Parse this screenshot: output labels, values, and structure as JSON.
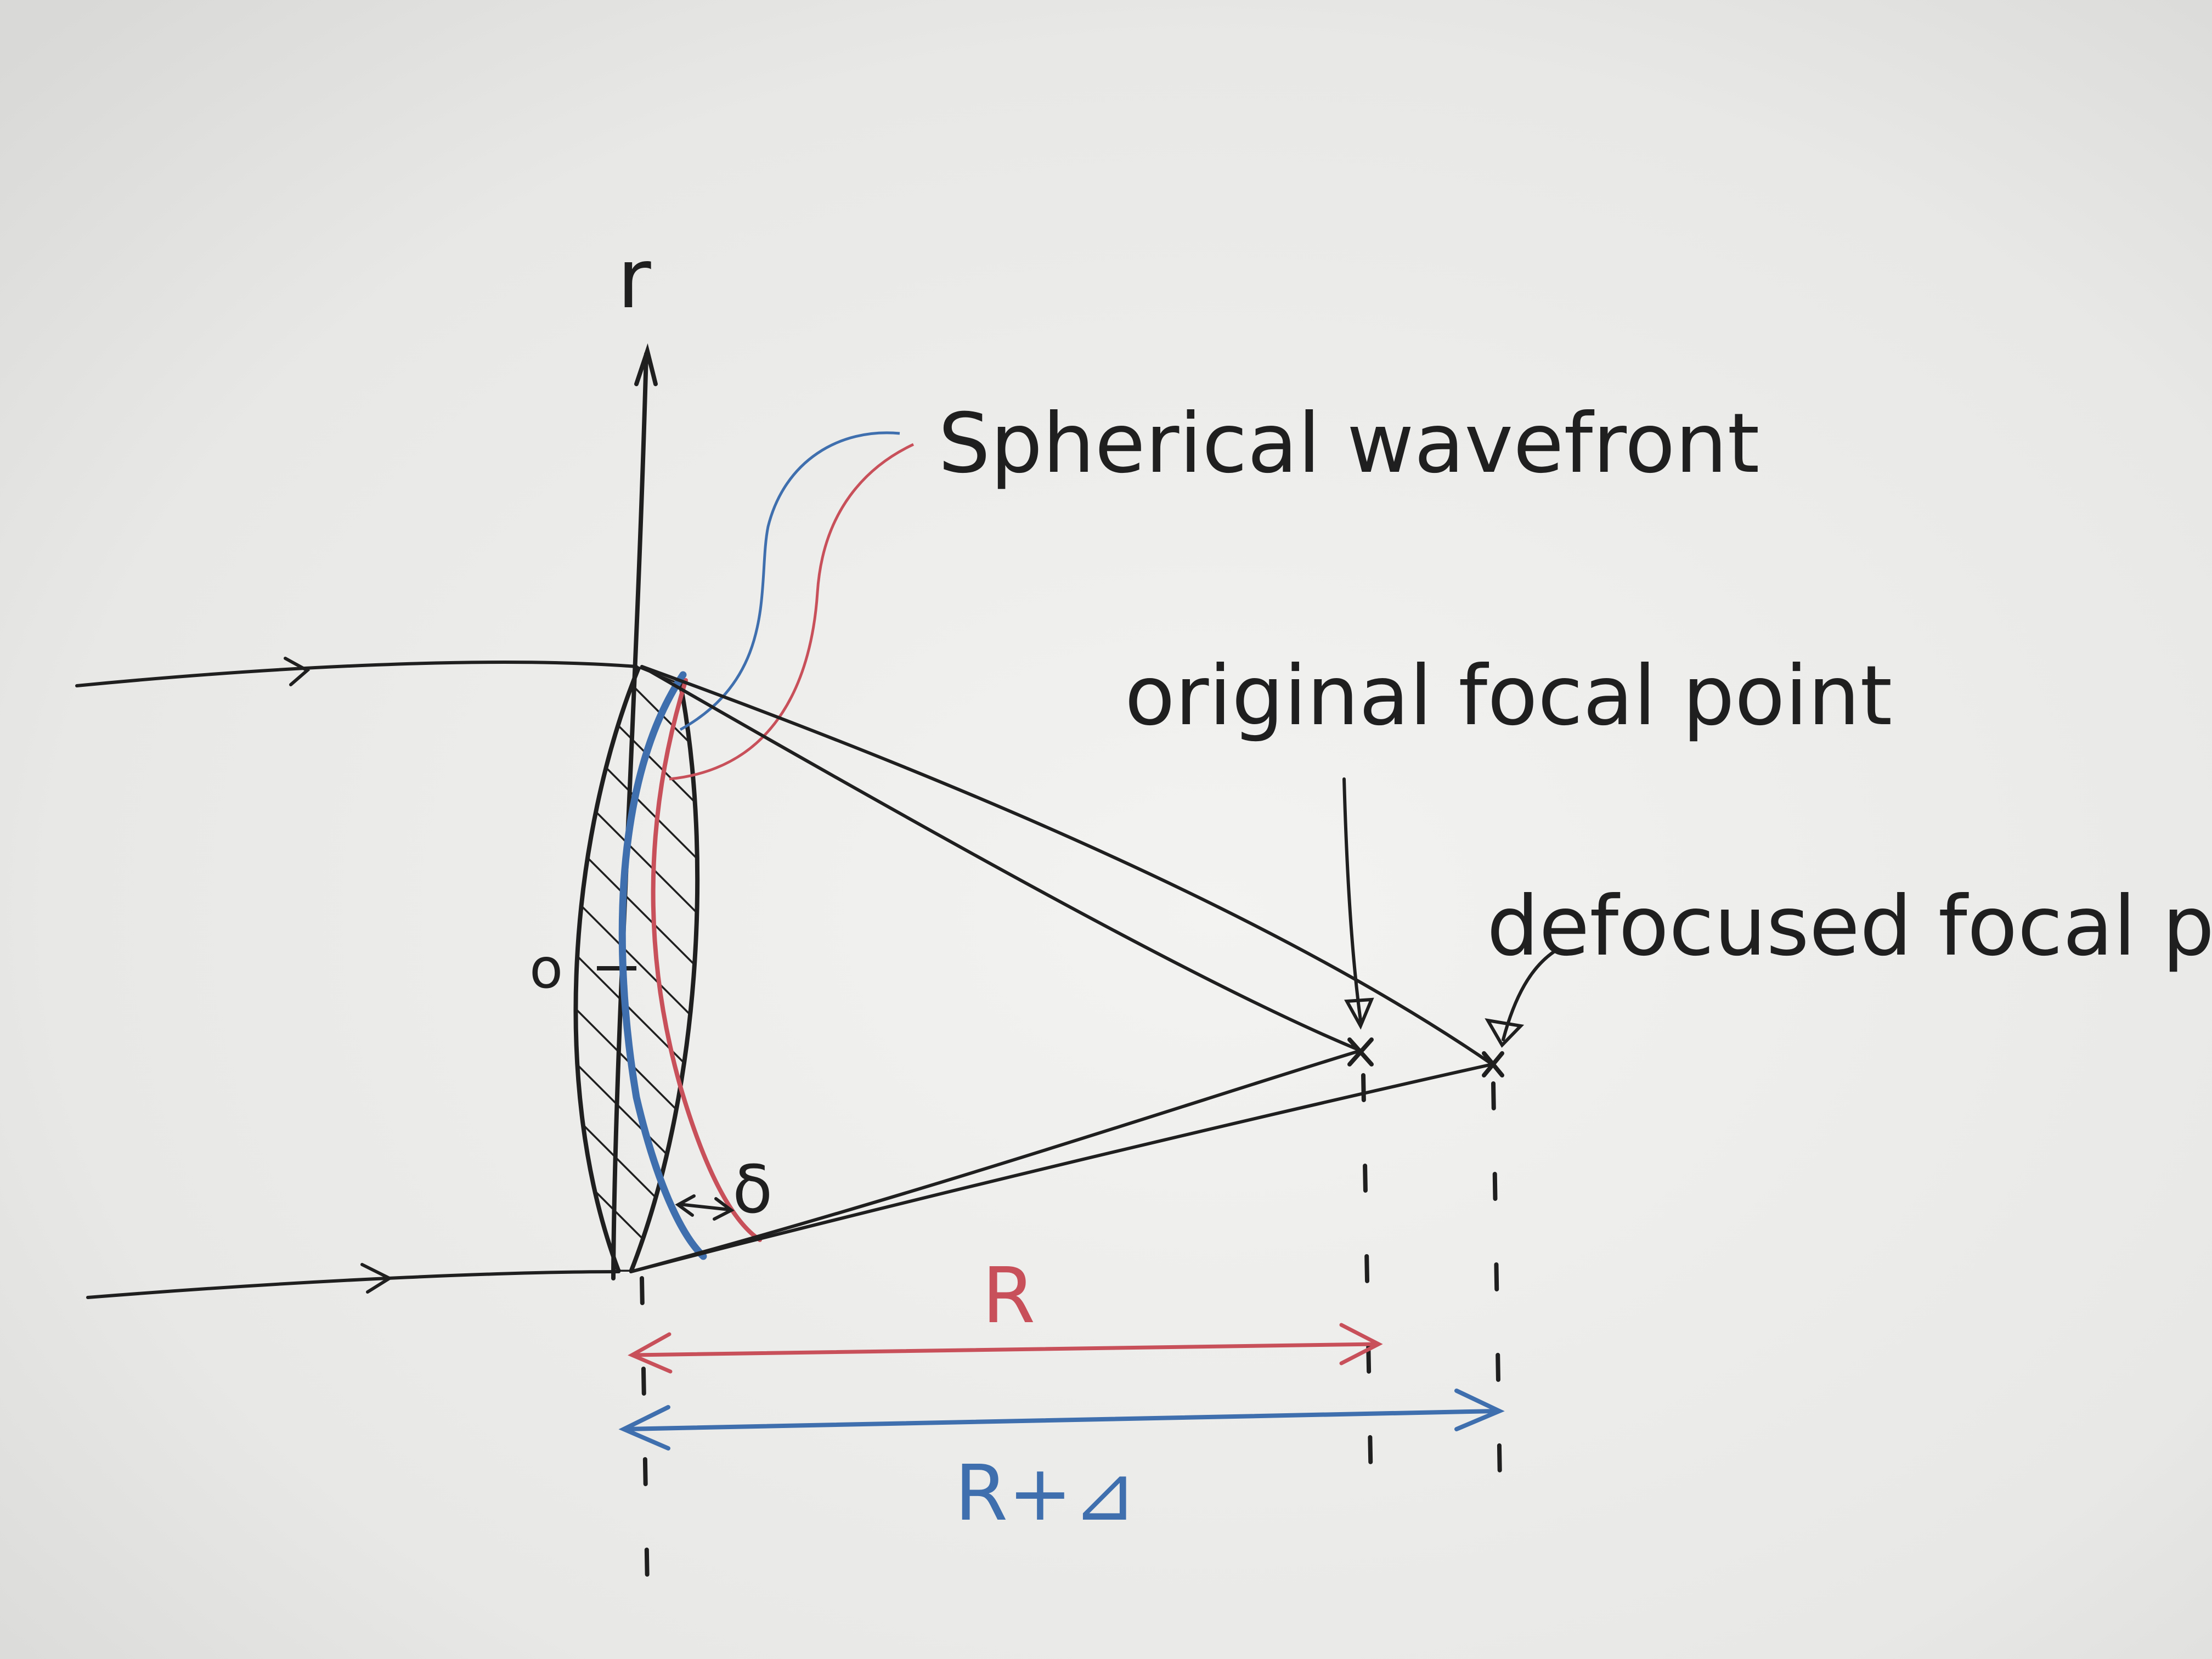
{
  "labels": {
    "axis_r": "r",
    "origin": "o",
    "spherical_wavefront": "Spherical wavefront",
    "original_focal_point": "original focal point",
    "defocused_focal_point": "defocused focal point",
    "delta": "δ",
    "R": "R",
    "R_plus_Delta": "R+⊿"
  },
  "colors": {
    "board": "#ececea",
    "ink_black": "#1f1f1f",
    "ink_red": "#c8505a",
    "ink_blue": "#3f6fae"
  }
}
